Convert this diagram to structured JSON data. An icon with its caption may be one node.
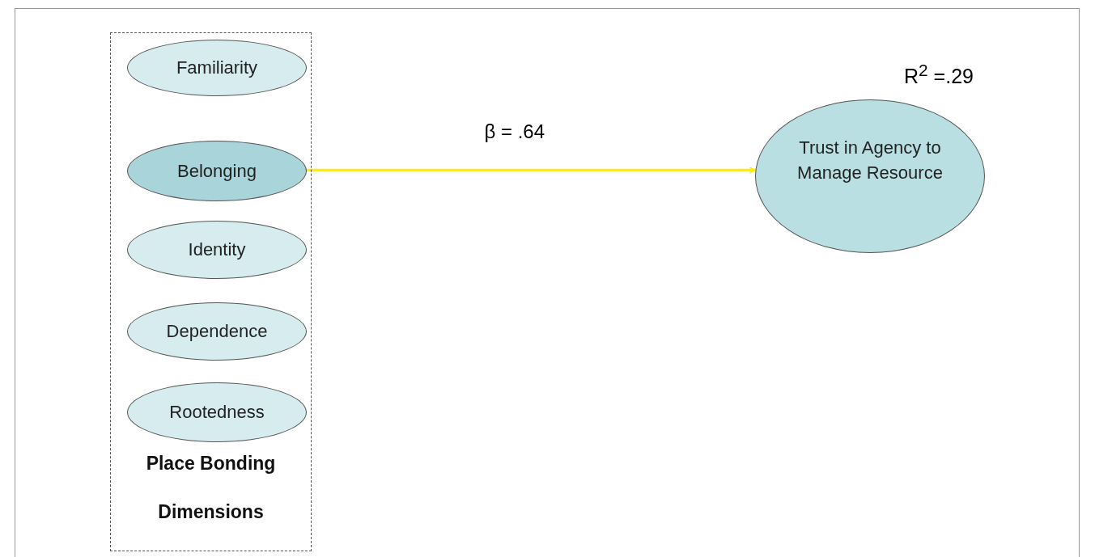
{
  "diagram": {
    "nodes": [
      {
        "text": [
          "Place Bonding Dimensions"
        ]
      },
      {
        "text": [
          "Familiarity"
        ],
        "in": 0
      },
      {
        "text": [
          "Belonging"
        ],
        "in": 0
      },
      {
        "text": [
          "Identity"
        ],
        "in": 0
      },
      {
        "text": [
          "Dependence"
        ],
        "in": 0
      },
      {
        "text": [
          "Rootedness"
        ],
        "in": 0
      },
      {
        "text": [
          "Trust in Agency to Manage Resource"
        ],
        "beside": [
          "R$^{2}$ =.29"
        ]
      }
    ],
    "edges": [
      {
        "from": 2,
        "to": 6,
        "arrow": "to",
        "label": "β = .64",
        "color": "#ffee00"
      }
    ]
  }
}
